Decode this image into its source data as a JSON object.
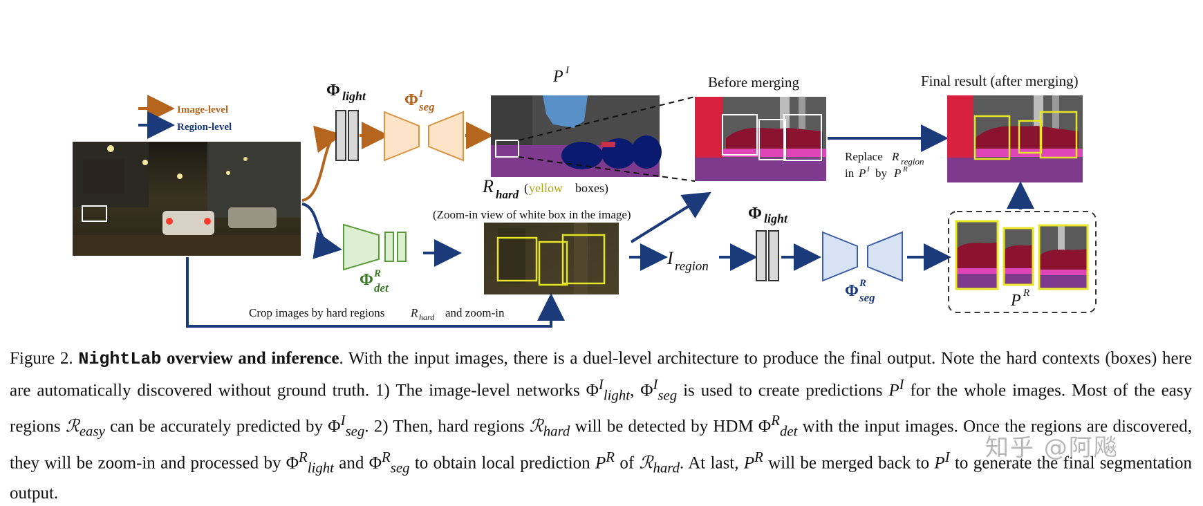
{
  "legend": {
    "image_level": "Image-level",
    "region_level": "Region-level",
    "image_color": "#b5651d",
    "region_color": "#1a3a7a"
  },
  "labels": {
    "phi_light": "Φ",
    "light_sub": "light",
    "phi_seg_i": "Φ",
    "seg_sub": "seg",
    "sup_i": "I",
    "sup_r": "R",
    "det_sub": "det",
    "p_i": "P",
    "p_r": "P",
    "r_hard_main": "R",
    "hard_sub": "hard",
    "yellow_word": "yellow",
    "boxes_word": "boxes)",
    "open_paren": "(",
    "zoom_view": "(Zoom-in view of white box in the image)",
    "before_merging": "Before merging",
    "final_result": "Final result (after merging)",
    "replace_1": "Replace",
    "replace_region": "region",
    "replace_2": "in",
    "replace_by": "by",
    "i_region": "I",
    "region_sub": "region",
    "crop_text": "Crop images by hard regions",
    "crop_text2": "and zoom-in"
  },
  "caption": {
    "fig_num": "Figure 2.",
    "title_mono": "NightLab",
    "title_rest": "overview and inference",
    "line1": ". With the input images, there is a duel-level architecture to produce the final output. Note the hard contexts (boxes) here are automatically discovered without ground truth. 1) The image-level networks Φ",
    "line2": " is used to create predictions ",
    "line3": " for the whole images. Most of the easy regions ",
    "line4": " can be accurately predicted by Φ",
    "line5": ". 2) Then, hard regions ",
    "line6": " will be detected by HDM Φ",
    "line7": " with the input images. Once the regions are discovered, they will be zoom-in and processed by Φ",
    "line8": " and Φ",
    "line9": " to obtain local prediction ",
    "line10": " of ",
    "line11": ". At last, ",
    "line12": " will be merged back to ",
    "line13": " to generate the final segmentation output."
  },
  "watermark": "知乎 @阿飚",
  "colors": {
    "brown": "#b5651d",
    "navy": "#1a3a7a",
    "seg_orange": "#fde3c8",
    "seg_orange_stroke": "#d9923f",
    "det_green": "#dcefd0",
    "det_green_stroke": "#5a9a3a",
    "seg_blue": "#d7e2f5",
    "seg_blue_stroke": "#3b5ea8",
    "yellow_box": "#e6e627"
  }
}
